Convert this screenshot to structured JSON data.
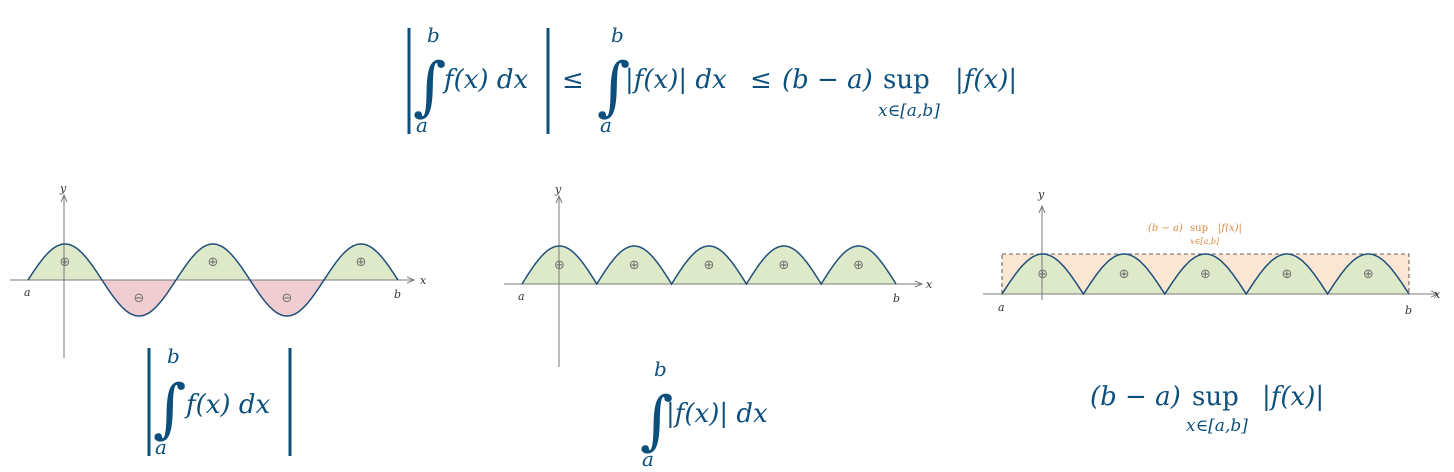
{
  "colors": {
    "math": "#0d4f7c",
    "curve": "#1f4f7a",
    "positive_fill": "#dde9c8",
    "negative_fill": "#f0cdd0",
    "sup_fill": "#fbe6d4",
    "sup_label": "#d98a3f",
    "axis": "#7a7a7a",
    "sign": "#707070"
  },
  "formula": {
    "lower": "a",
    "upper": "b",
    "term1": "f(x) dx",
    "leq": "≤",
    "term2": "|f(x)| dx",
    "factor": "(b − a)",
    "sup": "sup",
    "sub": "x∈[a,b]",
    "abs_f": "|f(x)|"
  },
  "panels": [
    {
      "labels": {
        "y": "y",
        "x": "x",
        "a": "a",
        "b": "b"
      },
      "signs": [
        "⊕",
        "⊖",
        "⊕",
        "⊖",
        "⊕"
      ],
      "caption": {
        "lower": "a",
        "upper": "b",
        "body": "f(x) dx"
      }
    },
    {
      "labels": {
        "y": "y",
        "x": "x",
        "a": "a",
        "b": "b"
      },
      "signs": [
        "⊕",
        "⊕",
        "⊕",
        "⊕",
        "⊕"
      ],
      "caption": {
        "lower": "a",
        "upper": "b",
        "body": "|f(x)| dx"
      }
    },
    {
      "labels": {
        "y": "y",
        "x": "x",
        "a": "a",
        "b": "b"
      },
      "signs": [
        "⊕",
        "⊕",
        "⊕",
        "⊕",
        "⊕"
      ],
      "bound_label": {
        "factor": "(b − a)",
        "sup": "sup",
        "abs_f": "|f(x)|",
        "sub": "x∈[a,b]"
      },
      "caption": {
        "factor": "(b − a)",
        "sup": "sup",
        "abs_f": "|f(x)|",
        "sub": "x∈[a,b]"
      }
    }
  ]
}
